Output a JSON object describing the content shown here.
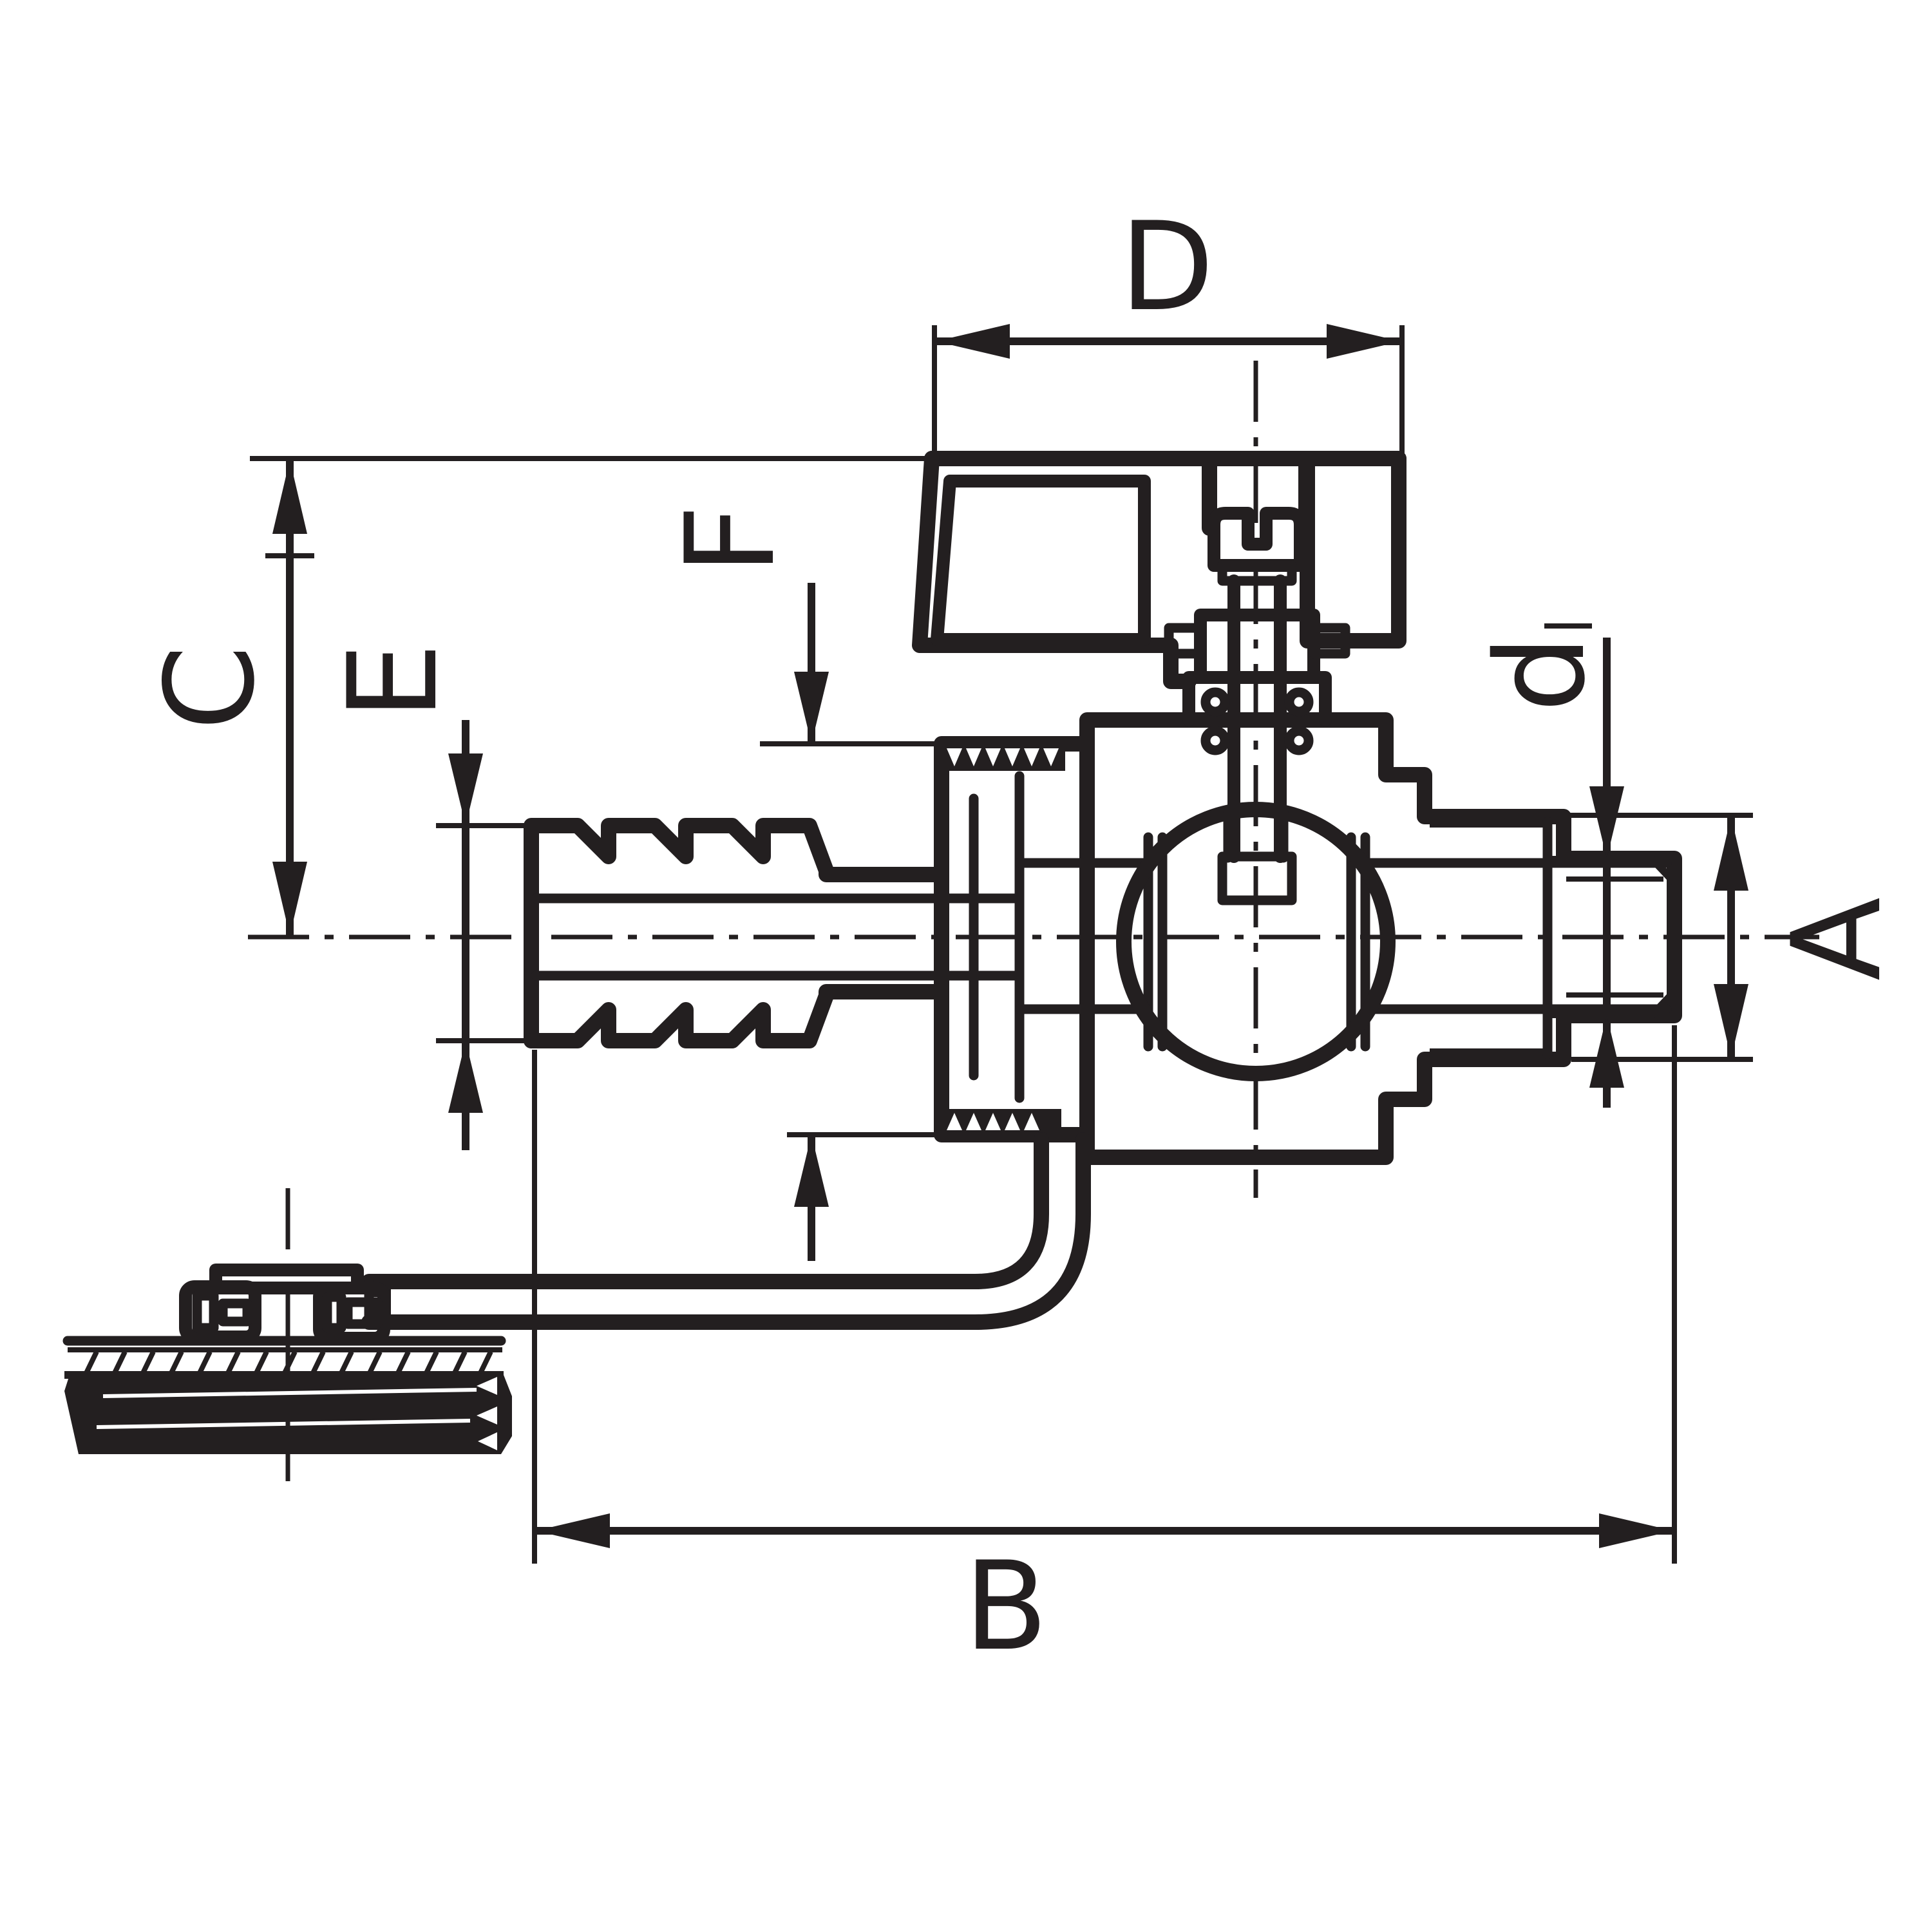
{
  "drawing": {
    "kind": "valve-cross-section-dimension-drawing",
    "ink_color": "#231F20",
    "background_color": "#FFFFFF"
  },
  "dimension_labels": [
    {
      "id": "D",
      "text": "D",
      "orientation": "horizontal",
      "measures": "handle-length"
    },
    {
      "id": "C",
      "text": "C",
      "orientation": "vertical",
      "measures": "axis-to-handle-top-height"
    },
    {
      "id": "E",
      "text": "E",
      "orientation": "vertical",
      "measures": "hose-barb-outer-diameter"
    },
    {
      "id": "F",
      "text": "F",
      "orientation": "vertical",
      "measures": "union-nut-size"
    },
    {
      "id": "d",
      "text": "d",
      "orientation": "vertical",
      "measures": "male-thread-diameter"
    },
    {
      "id": "A",
      "text": "A",
      "orientation": "vertical",
      "measures": "collar-outer-diameter"
    },
    {
      "id": "B",
      "text": "B",
      "orientation": "horizontal",
      "measures": "overall-length"
    }
  ]
}
